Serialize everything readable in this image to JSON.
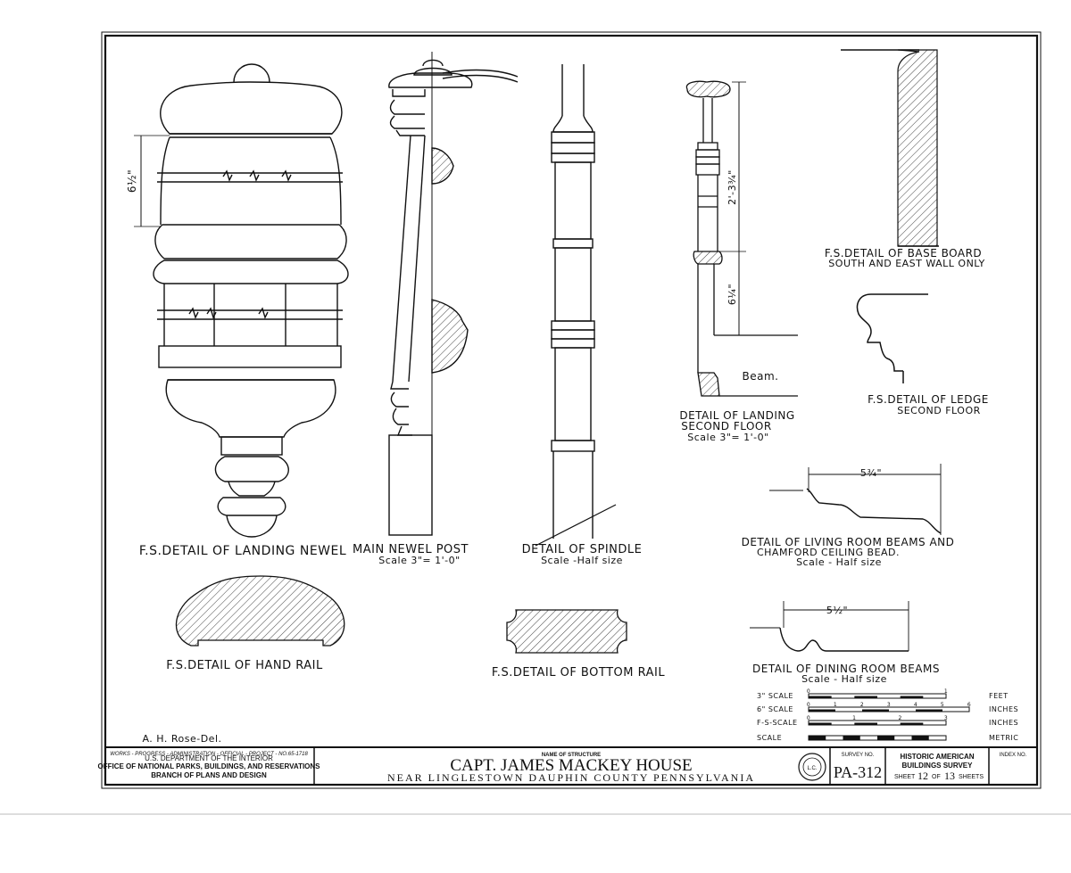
{
  "details": {
    "landing_newel": {
      "title": "F.S.DETAIL OF LANDING NEWEL",
      "dim": "6½\""
    },
    "main_newel": {
      "title": "MAIN NEWEL POST",
      "scale": "Scale 3\"= 1'-0\""
    },
    "spindle": {
      "title": "DETAIL OF SPINDLE",
      "scale": "Scale -Half size"
    },
    "landing": {
      "title1": "DETAIL OF LANDING",
      "title2": "SECOND FLOOR",
      "scale": "Scale 3\"= 1'-0\"",
      "dim_top": "2'-3¾\"",
      "dim_bottom": "6¼\"",
      "beam": "Beam."
    },
    "base_board": {
      "title1": "F.S.DETAIL OF BASE BOARD",
      "title2": "SOUTH AND EAST WALL ONLY"
    },
    "ledge": {
      "title1": "F.S.DETAIL OF LEDGE",
      "title2": "SECOND FLOOR"
    },
    "living_room": {
      "title1": "DETAIL OF LIVING ROOM BEAMS AND",
      "title2": "CHAMFORD CEILING BEAD.",
      "scale": "Scale - Half size",
      "dim": "5¾\""
    },
    "hand_rail": {
      "title": "F.S.DETAIL OF HAND RAIL"
    },
    "bottom_rail": {
      "title": "F.S.DETAIL OF BOTTOM RAIL"
    },
    "dining_room": {
      "title": "DETAIL OF DINING ROOM BEAMS",
      "scale": "Scale - Half size",
      "dim": "5½\""
    }
  },
  "scales": {
    "rows": [
      {
        "label": "3\" SCALE",
        "unit": "FEET",
        "ticks": [
          "0",
          "1"
        ]
      },
      {
        "label": "6\" SCALE",
        "unit": "INCHES",
        "ticks": [
          "0",
          "1",
          "2",
          "3",
          "4",
          "5",
          "6"
        ]
      },
      {
        "label": "F-S-SCALE",
        "unit": "INCHES",
        "ticks": [
          "0",
          "1",
          "2",
          "3"
        ]
      },
      {
        "label": "SCALE",
        "unit": "METRIC",
        "ticks": []
      }
    ]
  },
  "delineator": "A. H. Rose-Del.",
  "title_block": {
    "agency_line": "WORKS - PROGRESS - ADMINISTRATION - OFFICIAL - PROJECT - NO.65-1718",
    "department": "U.S. DEPARTMENT OF THE INTERIOR",
    "office": "OFFICE OF NATIONAL PARKS, BUILDINGS, AND RESERVATIONS",
    "branch": "BRANCH OF PLANS AND DESIGN",
    "name_caption": "NAME OF STRUCTURE",
    "structure_name": "CAPT. JAMES MACKEY HOUSE",
    "location": "NEAR LINGLESTOWN DAUPHIN COUNTY PENNSYLVANIA",
    "seal_text": "L.C.",
    "survey_caption": "SURVEY NO.",
    "survey_no": "PA-312",
    "survey_title1": "HISTORIC AMERICAN",
    "survey_title2": "BUILDINGS SURVEY",
    "sheet_word": "SHEET",
    "sheet_num": "12",
    "of_word": "OF",
    "sheet_total": "13",
    "sheets_word": "SHEETS",
    "index_caption": "INDEX NO."
  },
  "colors": {
    "ink": "#111111",
    "paper": "#ffffff"
  }
}
